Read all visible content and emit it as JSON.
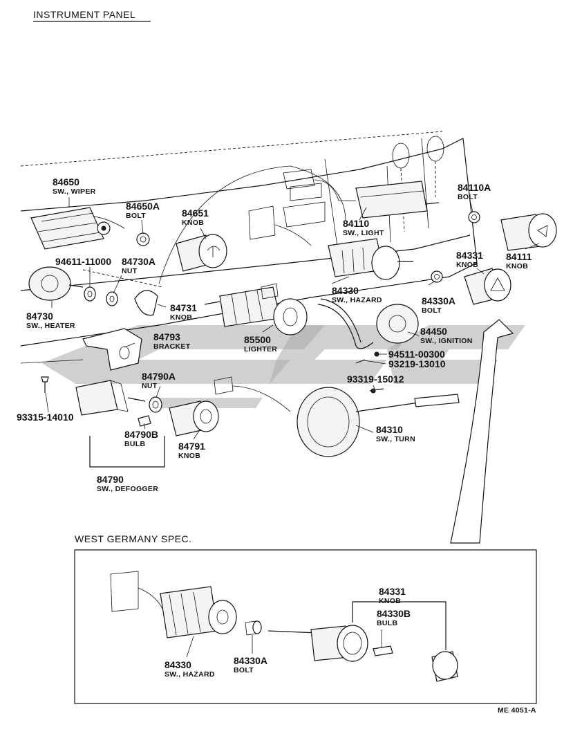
{
  "page_title": "INSTRUMENT PANEL",
  "inset_title": "WEST GERMANY SPEC.",
  "footer_code": "ME 4051-A",
  "colors": {
    "ink": "#111111",
    "watermark": "#a9a9a9",
    "background": "#ffffff"
  },
  "parts": [
    {
      "id": "p84650",
      "num": "84650",
      "desc": "SW., WIPER"
    },
    {
      "id": "p84650a",
      "num": "84650A",
      "desc": "BOLT"
    },
    {
      "id": "p84651",
      "num": "84651",
      "desc": "KNOB"
    },
    {
      "id": "p84110",
      "num": "84110",
      "desc": "SW., LIGHT"
    },
    {
      "id": "p84110a",
      "num": "84110A",
      "desc": "BOLT"
    },
    {
      "id": "p84111",
      "num": "84111",
      "desc": "KNOB"
    },
    {
      "id": "p84331",
      "num": "84331",
      "desc": "KNOB"
    },
    {
      "id": "p84330",
      "num": "84330",
      "desc": "SW., HAZARD"
    },
    {
      "id": "p84330a",
      "num": "84330A",
      "desc": "BOLT"
    },
    {
      "id": "p94611",
      "num": "94611-11000",
      "desc": ""
    },
    {
      "id": "p84730a",
      "num": "84730A",
      "desc": "NUT"
    },
    {
      "id": "p84731",
      "num": "84731",
      "desc": "KNOB"
    },
    {
      "id": "p84730",
      "num": "84730",
      "desc": "SW., HEATER"
    },
    {
      "id": "p85500",
      "num": "85500",
      "desc": "LIGHTER"
    },
    {
      "id": "p84450",
      "num": "84450",
      "desc": "SW., IGNITION"
    },
    {
      "id": "p84511",
      "num": "94511-00300",
      "desc": ""
    },
    {
      "id": "p93219",
      "num": "93219-13010",
      "desc": ""
    },
    {
      "id": "p93319",
      "num": "93319-15012",
      "desc": ""
    },
    {
      "id": "p84793",
      "num": "84793",
      "desc": "BRACKET"
    },
    {
      "id": "p84790a",
      "num": "84790A",
      "desc": "NUT"
    },
    {
      "id": "p93315",
      "num": "93315-14010",
      "desc": ""
    },
    {
      "id": "p84790b",
      "num": "84790B",
      "desc": "BULB"
    },
    {
      "id": "p84791",
      "num": "84791",
      "desc": "KNOB"
    },
    {
      "id": "p84790",
      "num": "84790",
      "desc": "SW., DEFOGGER"
    },
    {
      "id": "p84310",
      "num": "84310",
      "desc": "SW., TURN"
    }
  ],
  "inset_parts": [
    {
      "id": "i84331",
      "num": "84331",
      "desc": "KNOB"
    },
    {
      "id": "i84330b",
      "num": "84330B",
      "desc": "BULB"
    },
    {
      "id": "i84330",
      "num": "84330",
      "desc": "SW., HAZARD"
    },
    {
      "id": "i84330a",
      "num": "84330A",
      "desc": "BOLT"
    }
  ]
}
